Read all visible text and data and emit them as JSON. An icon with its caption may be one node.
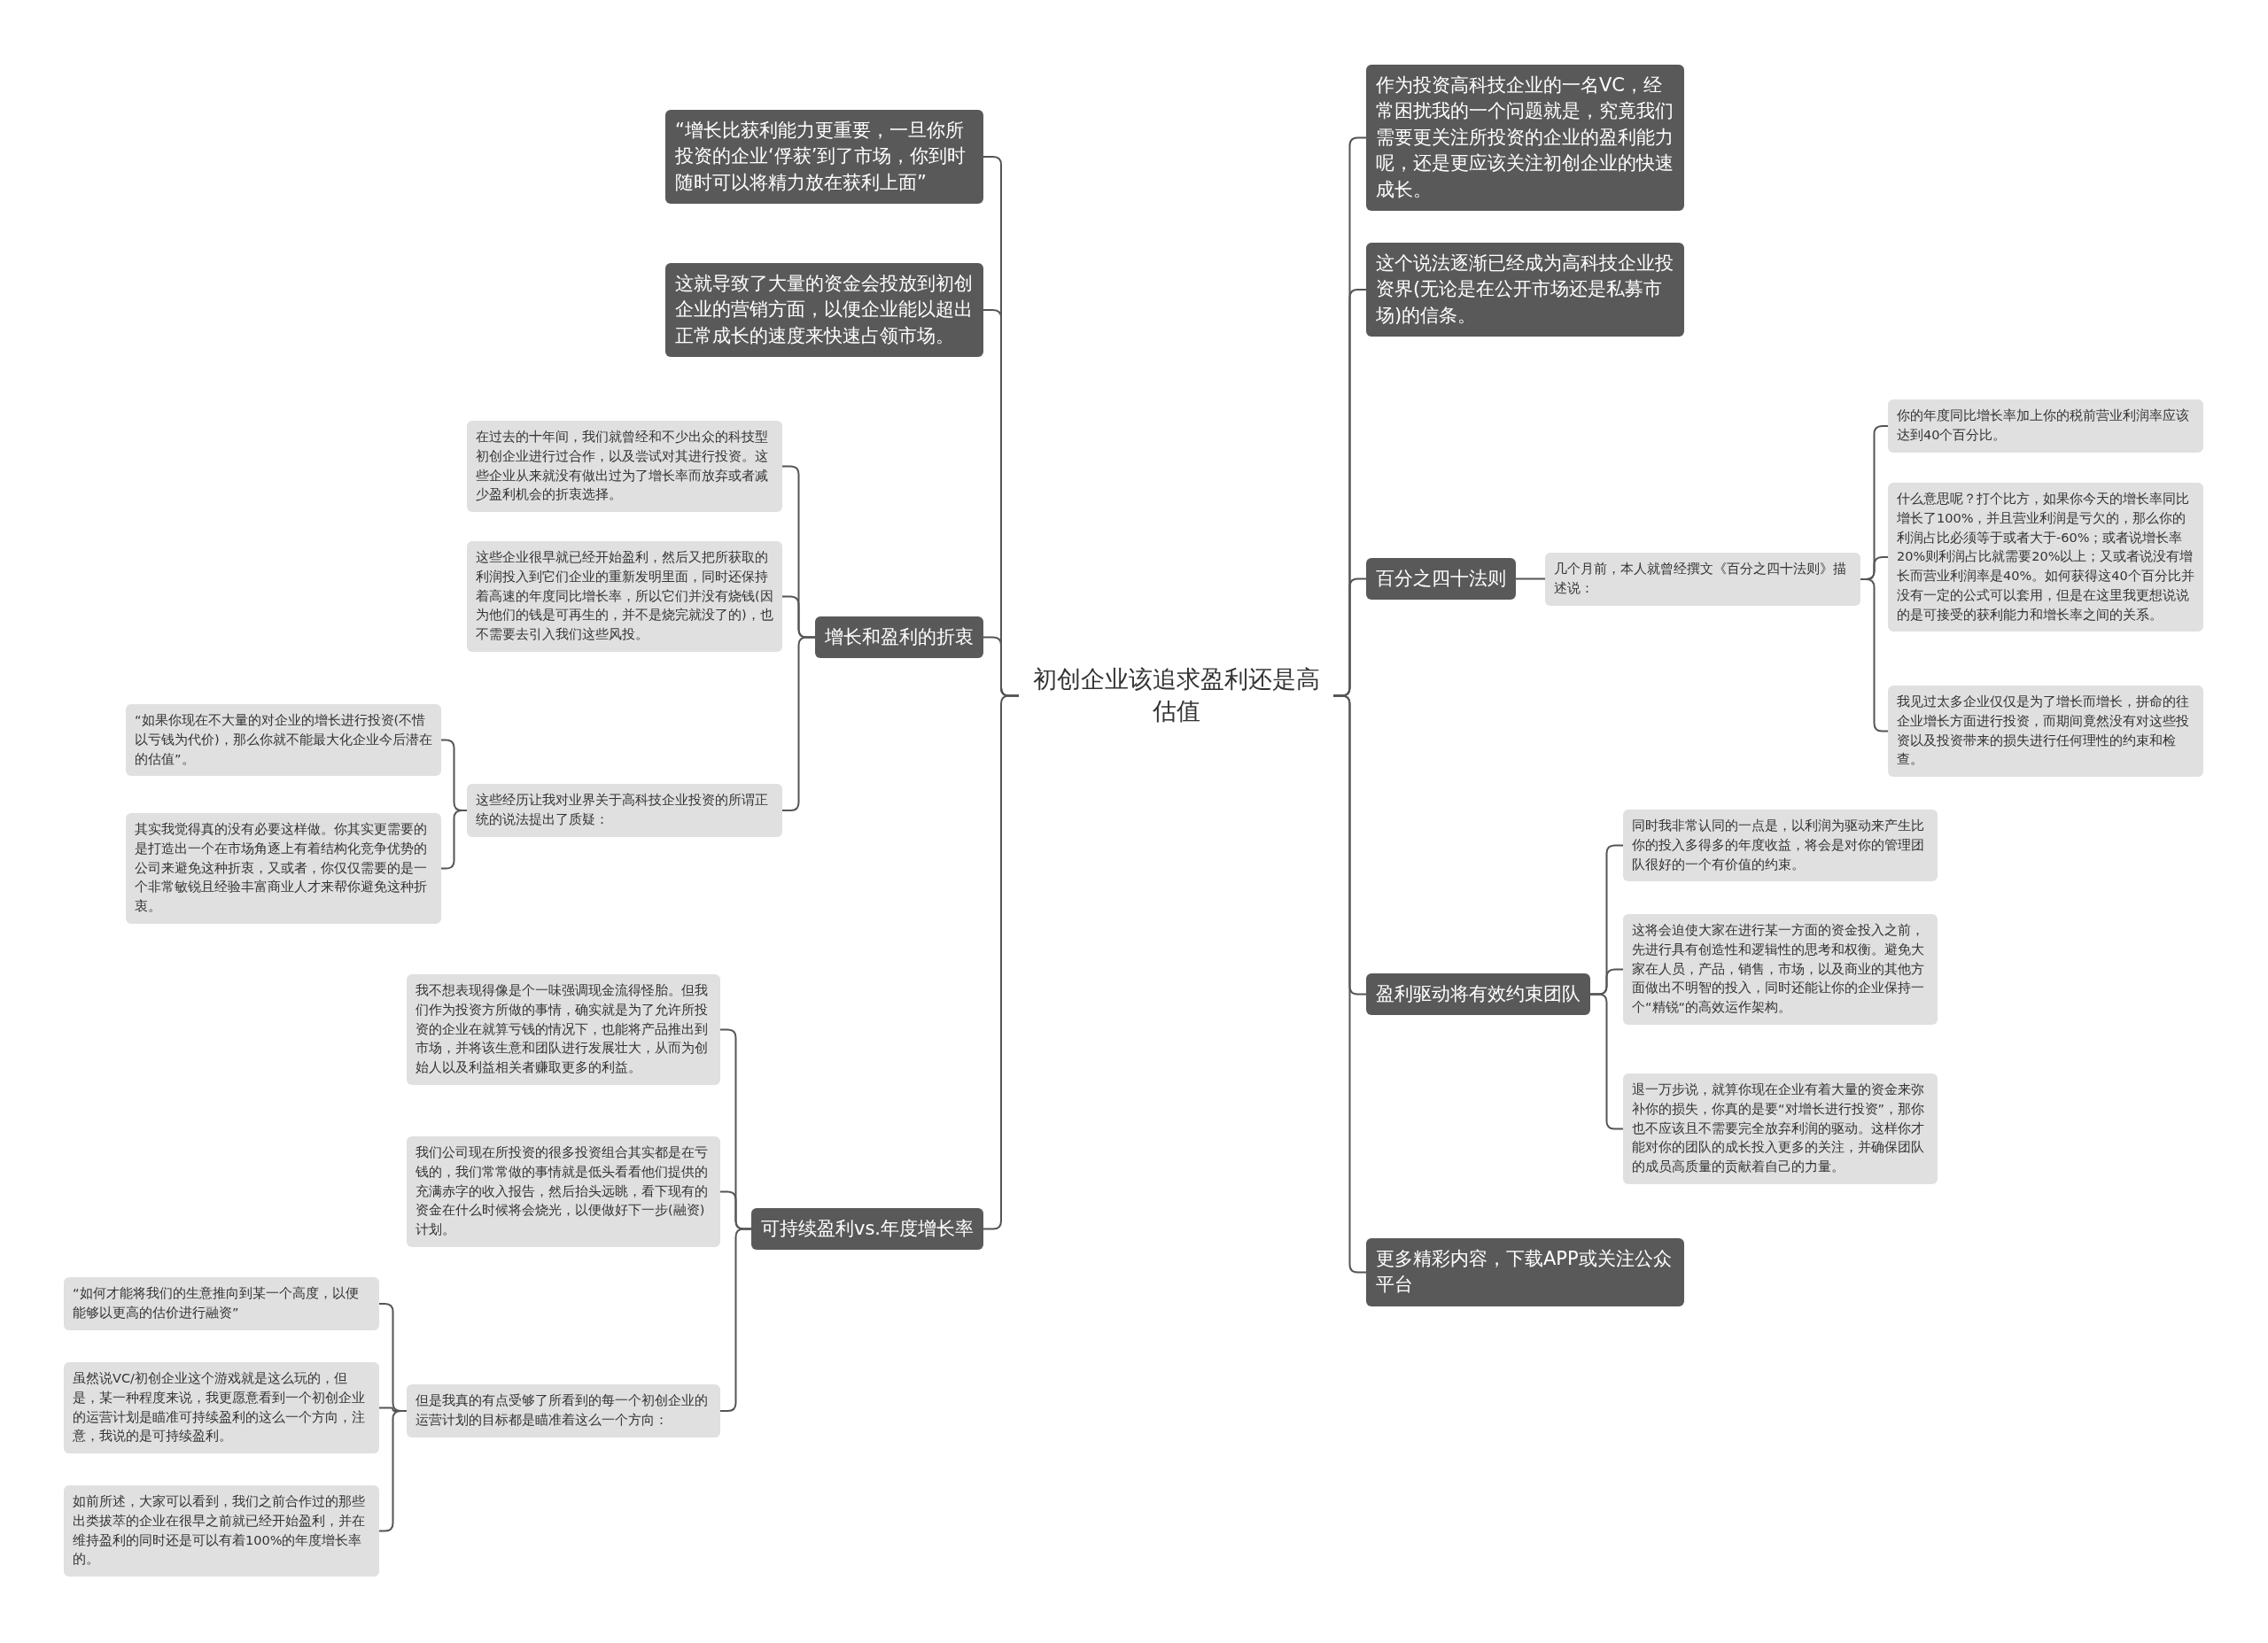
{
  "diagram": {
    "nodes": [
      {
        "text": [
          "初创企业该追求盈利还是高估值"
        ]
      },
      {
        "text": [
          "“增长比获利能力更重要，一旦你所投资的企业‘俘获’到了市场，你到时随时可以将精力放在获利上面”"
        ]
      },
      {
        "text": [
          "这就导致了大量的资金会投放到初创企业的营销方面，以便企业能以超出正常成长的速度来快速占领市场。"
        ]
      },
      {
        "text": [
          "增长和盈利的折衷"
        ]
      },
      {
        "text": [
          "在过去的十年间，我们就曾经和不少出众的科技型初创企业进行过合作，以及尝试对其进行投资。这些企业从来就没有做出过为了增长率而放弃或者减少盈利机会的折衷选择。"
        ]
      },
      {
        "text": [
          "这些企业很早就已经开始盈利，然后又把所获取的利润投入到它们企业的重新发明里面，同时还保持着高速的年度同比增长率，所以它们并没有烧钱(因为他们的钱是可再生的，并不是烧完就没了的)，也不需要去引入我们这些风投。"
        ]
      },
      {
        "text": [
          "这些经历让我对业界关于高科技企业投资的所谓正统的说法提出了质疑："
        ]
      },
      {
        "text": [
          "“如果你现在不大量的对企业的增长进行投资(不惜以亏钱为代价)，那么你就不能最大化企业今后潜在的估值”。"
        ]
      },
      {
        "text": [
          "其实我觉得真的没有必要这样做。你其实更需要的是打造出一个在市场角逐上有着结构化竞争优势的公司来避免这种折衷，又或者，你仅仅需要的是一个非常敏锐且经验丰富商业人才来帮你避免这种折衷。"
        ]
      },
      {
        "text": [
          "可持续盈利vs.年度增长率"
        ]
      },
      {
        "text": [
          "我不想表现得像是个一味强调现金流得怪胎。但我们作为投资方所做的事情，确实就是为了允许所投资的企业在就算亏钱的情况下，也能将产品推出到市场，并将该生意和团队进行发展壮大，从而为创始人以及利益相关者赚取更多的利益。"
        ]
      },
      {
        "text": [
          "我们公司现在所投资的很多投资组合其实都是在亏钱的，我们常常做的事情就是低头看看他们提供的充满赤字的收入报告，然后抬头远眺，看下现有的资金在什么时候将会烧光，以便做好下一步(融资)计划。"
        ]
      },
      {
        "text": [
          "但是我真的有点受够了所看到的每一个初创企业的运营计划的目标都是瞄准着这么一个方向："
        ]
      },
      {
        "text": [
          "“如何才能将我们的生意推向到某一个高度，以便能够以更高的估价进行融资”"
        ]
      },
      {
        "text": [
          "虽然说VC/初创企业这个游戏就是这么玩的，但是，某一种程度来说，我更愿意看到一个初创企业的运营计划是瞄准可持续盈利的这么一个方向，注意，我说的是可持续盈利。"
        ]
      },
      {
        "text": [
          "如前所述，大家可以看到，我们之前合作过的那些出类拔萃的企业在很早之前就已经开始盈利，并在维持盈利的同时还是可以有着100%的年度增长率的。"
        ]
      },
      {
        "text": [
          "作为投资高科技企业的一名VC，经常困扰我的一个问题就是，究竟我们需要更关注所投资的企业的盈利能力呢，还是更应该关注初创企业的快速成长。"
        ]
      },
      {
        "text": [
          "这个说法逐渐已经成为高科技企业投资界(无论是在公开市场还是私募市场)的信条。"
        ]
      },
      {
        "text": [
          "百分之四十法则"
        ]
      },
      {
        "text": [
          "几个月前，本人就曾经撰文《百分之四十法则》描述说："
        ]
      },
      {
        "text": [
          "你的年度同比增长率加上你的税前营业利润率应该达到40个百分比。"
        ]
      },
      {
        "text": [
          "什么意思呢？打个比方，如果你今天的增长率同比增长了100%，并且营业利润是亏欠的，那么你的利润占比必须等于或者大于-60%；或者说增长率20%则利润占比就需要20%以上；又或者说没有增长而营业利润率是40%。如何获得这40个百分比并没有一定的公式可以套用，但是在这里我更想说说的是可接受的获利能力和增长率之间的关系。"
        ]
      },
      {
        "text": [
          "我见过太多企业仅仅是为了增长而增长，拼命的往企业增长方面进行投资，而期间竟然没有对这些投资以及投资带来的损失进行任何理性的约束和检查。"
        ]
      },
      {
        "text": [
          "盈利驱动将有效约束团队"
        ]
      },
      {
        "text": [
          "同时我非常认同的一点是，以利润为驱动来产生比你的投入多得多的年度收益，将会是对你的管理团队很好的一个有价值的约束。"
        ]
      },
      {
        "text": [
          "这将会迫使大家在进行某一方面的资金投入之前，先进行具有创造性和逻辑性的思考和权衡。避免大家在人员，产品，销售，市场，以及商业的其他方面做出不明智的投入，同时还能让你的企业保持一个“精锐“的高效运作架构。"
        ]
      },
      {
        "text": [
          "退一万步说，就算你现在企业有着大量的资金来弥补你的损失，你真的是要“对增长进行投资”，那你也不应该且不需要完全放弃利润的驱动。这样你才能对你的团队的成长投入更多的关注，并确保团队的成员高质量的贡献着自己的力量。"
        ]
      },
      {
        "text": [
          "更多精彩内容，下载APP或关注公众平台"
        ]
      }
    ],
    "edges": [
      {
        "from": 0,
        "to": 1,
        "arrow": "none"
      },
      {
        "from": 0,
        "to": 2,
        "arrow": "none"
      },
      {
        "from": 0,
        "to": 3,
        "arrow": "none"
      },
      {
        "from": 3,
        "to": 4,
        "arrow": "none"
      },
      {
        "from": 3,
        "to": 5,
        "arrow": "none"
      },
      {
        "from": 3,
        "to": 6,
        "arrow": "none"
      },
      {
        "from": 6,
        "to": 7,
        "arrow": "none"
      },
      {
        "from": 6,
        "to": 8,
        "arrow": "none"
      },
      {
        "from": 0,
        "to": 9,
        "arrow": "none"
      },
      {
        "from": 9,
        "to": 10,
        "arrow": "none"
      },
      {
        "from": 9,
        "to": 11,
        "arrow": "none"
      },
      {
        "from": 9,
        "to": 12,
        "arrow": "none"
      },
      {
        "from": 12,
        "to": 13,
        "arrow": "none"
      },
      {
        "from": 12,
        "to": 14,
        "arrow": "none"
      },
      {
        "from": 12,
        "to": 15,
        "arrow": "none"
      },
      {
        "from": 0,
        "to": 16,
        "arrow": "none"
      },
      {
        "from": 0,
        "to": 17,
        "arrow": "none"
      },
      {
        "from": 0,
        "to": 18,
        "arrow": "none"
      },
      {
        "from": 18,
        "to": 19,
        "arrow": "none"
      },
      {
        "from": 19,
        "to": 20,
        "arrow": "none"
      },
      {
        "from": 19,
        "to": 21,
        "arrow": "none"
      },
      {
        "from": 19,
        "to": 22,
        "arrow": "none"
      },
      {
        "from": 0,
        "to": 23,
        "arrow": "none"
      },
      {
        "from": 23,
        "to": 24,
        "arrow": "none"
      },
      {
        "from": 23,
        "to": 25,
        "arrow": "none"
      },
      {
        "from": 23,
        "to": 26,
        "arrow": "none"
      },
      {
        "from": 0,
        "to": 27,
        "arrow": "none"
      }
    ]
  }
}
